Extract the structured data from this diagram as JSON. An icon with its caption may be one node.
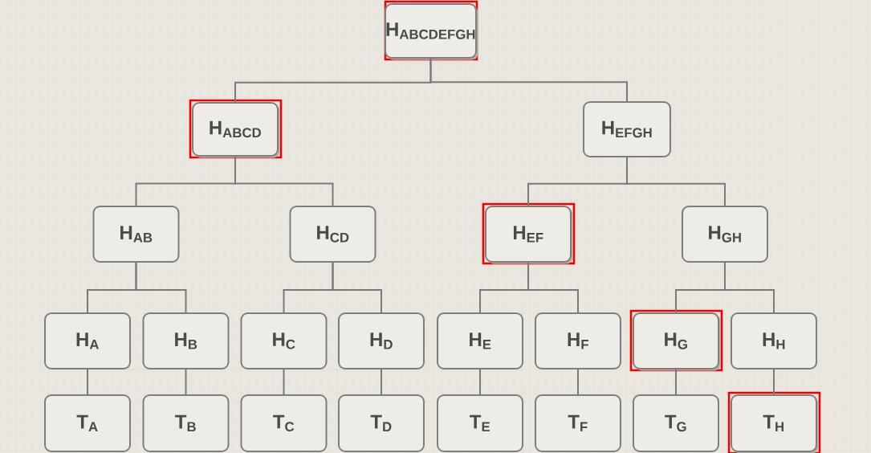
{
  "diagram": {
    "nodes": [
      {
        "text": [],
        "shape": "box"
      },
      {
        "text": [
          "H$_{ABCDEFGH}$"
        ],
        "in": 0
      },
      {
        "text": [],
        "shape": "box"
      },
      {
        "text": [
          "H$_{ABCD}$"
        ],
        "in": 2
      },
      {
        "text": [
          "H$_{EFGH}$"
        ]
      },
      {
        "text": [
          "H$_{AB}$"
        ]
      },
      {
        "text": [
          "H$_{CD}$"
        ]
      },
      {
        "text": [],
        "shape": "box"
      },
      {
        "text": [
          "H$_{EF}$"
        ],
        "in": 7
      },
      {
        "text": [
          "H$_{GH}$"
        ]
      },
      {
        "text": [
          "H$_{A}$"
        ]
      },
      {
        "text": [
          "H$_{B}$"
        ]
      },
      {
        "text": [
          "H$_{C}$"
        ]
      },
      {
        "text": [
          "H$_{D}$"
        ]
      },
      {
        "text": [
          "H$_{E}$"
        ]
      },
      {
        "text": [
          "H$_{F}$"
        ]
      },
      {
        "text": [],
        "shape": "box"
      },
      {
        "text": [
          "H$_{G}$"
        ],
        "in": 16
      },
      {
        "text": [
          "H$_{H}$"
        ]
      },
      {
        "text": [
          "T$_{A}$"
        ]
      },
      {
        "text": [
          "T$_{B}$"
        ]
      },
      {
        "text": [
          "T$_{C}$"
        ]
      },
      {
        "text": [
          "T$_{D}$"
        ]
      },
      {
        "text": [
          "T$_{E}$"
        ]
      },
      {
        "text": [
          "T$_{F}$"
        ]
      },
      {
        "text": [
          "T$_{G}$"
        ]
      },
      {
        "text": [],
        "shape": "box"
      },
      {
        "text": [
          "T$_{H}$"
        ],
        "in": 26
      }
    ],
    "edges": [
      {
        "from": 1,
        "to": 3,
        "arrow": "none"
      },
      {
        "from": 1,
        "to": 4,
        "arrow": "none"
      },
      {
        "from": 3,
        "to": 5,
        "arrow": "none"
      },
      {
        "from": 3,
        "to": 6,
        "arrow": "none"
      },
      {
        "from": 4,
        "to": 8,
        "arrow": "none"
      },
      {
        "from": 4,
        "to": 9,
        "arrow": "none"
      },
      {
        "from": 5,
        "to": 10,
        "arrow": "none"
      },
      {
        "from": 5,
        "to": 11,
        "arrow": "none"
      },
      {
        "from": 6,
        "to": 12,
        "arrow": "none"
      },
      {
        "from": 6,
        "to": 13,
        "arrow": "none"
      },
      {
        "from": 8,
        "to": 14,
        "arrow": "none"
      },
      {
        "from": 8,
        "to": 15,
        "arrow": "none"
      },
      {
        "from": 9,
        "to": 17,
        "arrow": "none"
      },
      {
        "from": 9,
        "to": 18,
        "arrow": "none"
      },
      {
        "from": 10,
        "to": 19,
        "arrow": "none"
      },
      {
        "from": 11,
        "to": 20,
        "arrow": "none"
      },
      {
        "from": 12,
        "to": 21,
        "arrow": "none"
      },
      {
        "from": 13,
        "to": 22,
        "arrow": "none"
      },
      {
        "from": 14,
        "to": 23,
        "arrow": "none"
      },
      {
        "from": 15,
        "to": 24,
        "arrow": "none"
      },
      {
        "from": 17,
        "to": 25,
        "arrow": "none"
      },
      {
        "from": 18,
        "to": 27,
        "arrow": "none"
      }
    ]
  }
}
